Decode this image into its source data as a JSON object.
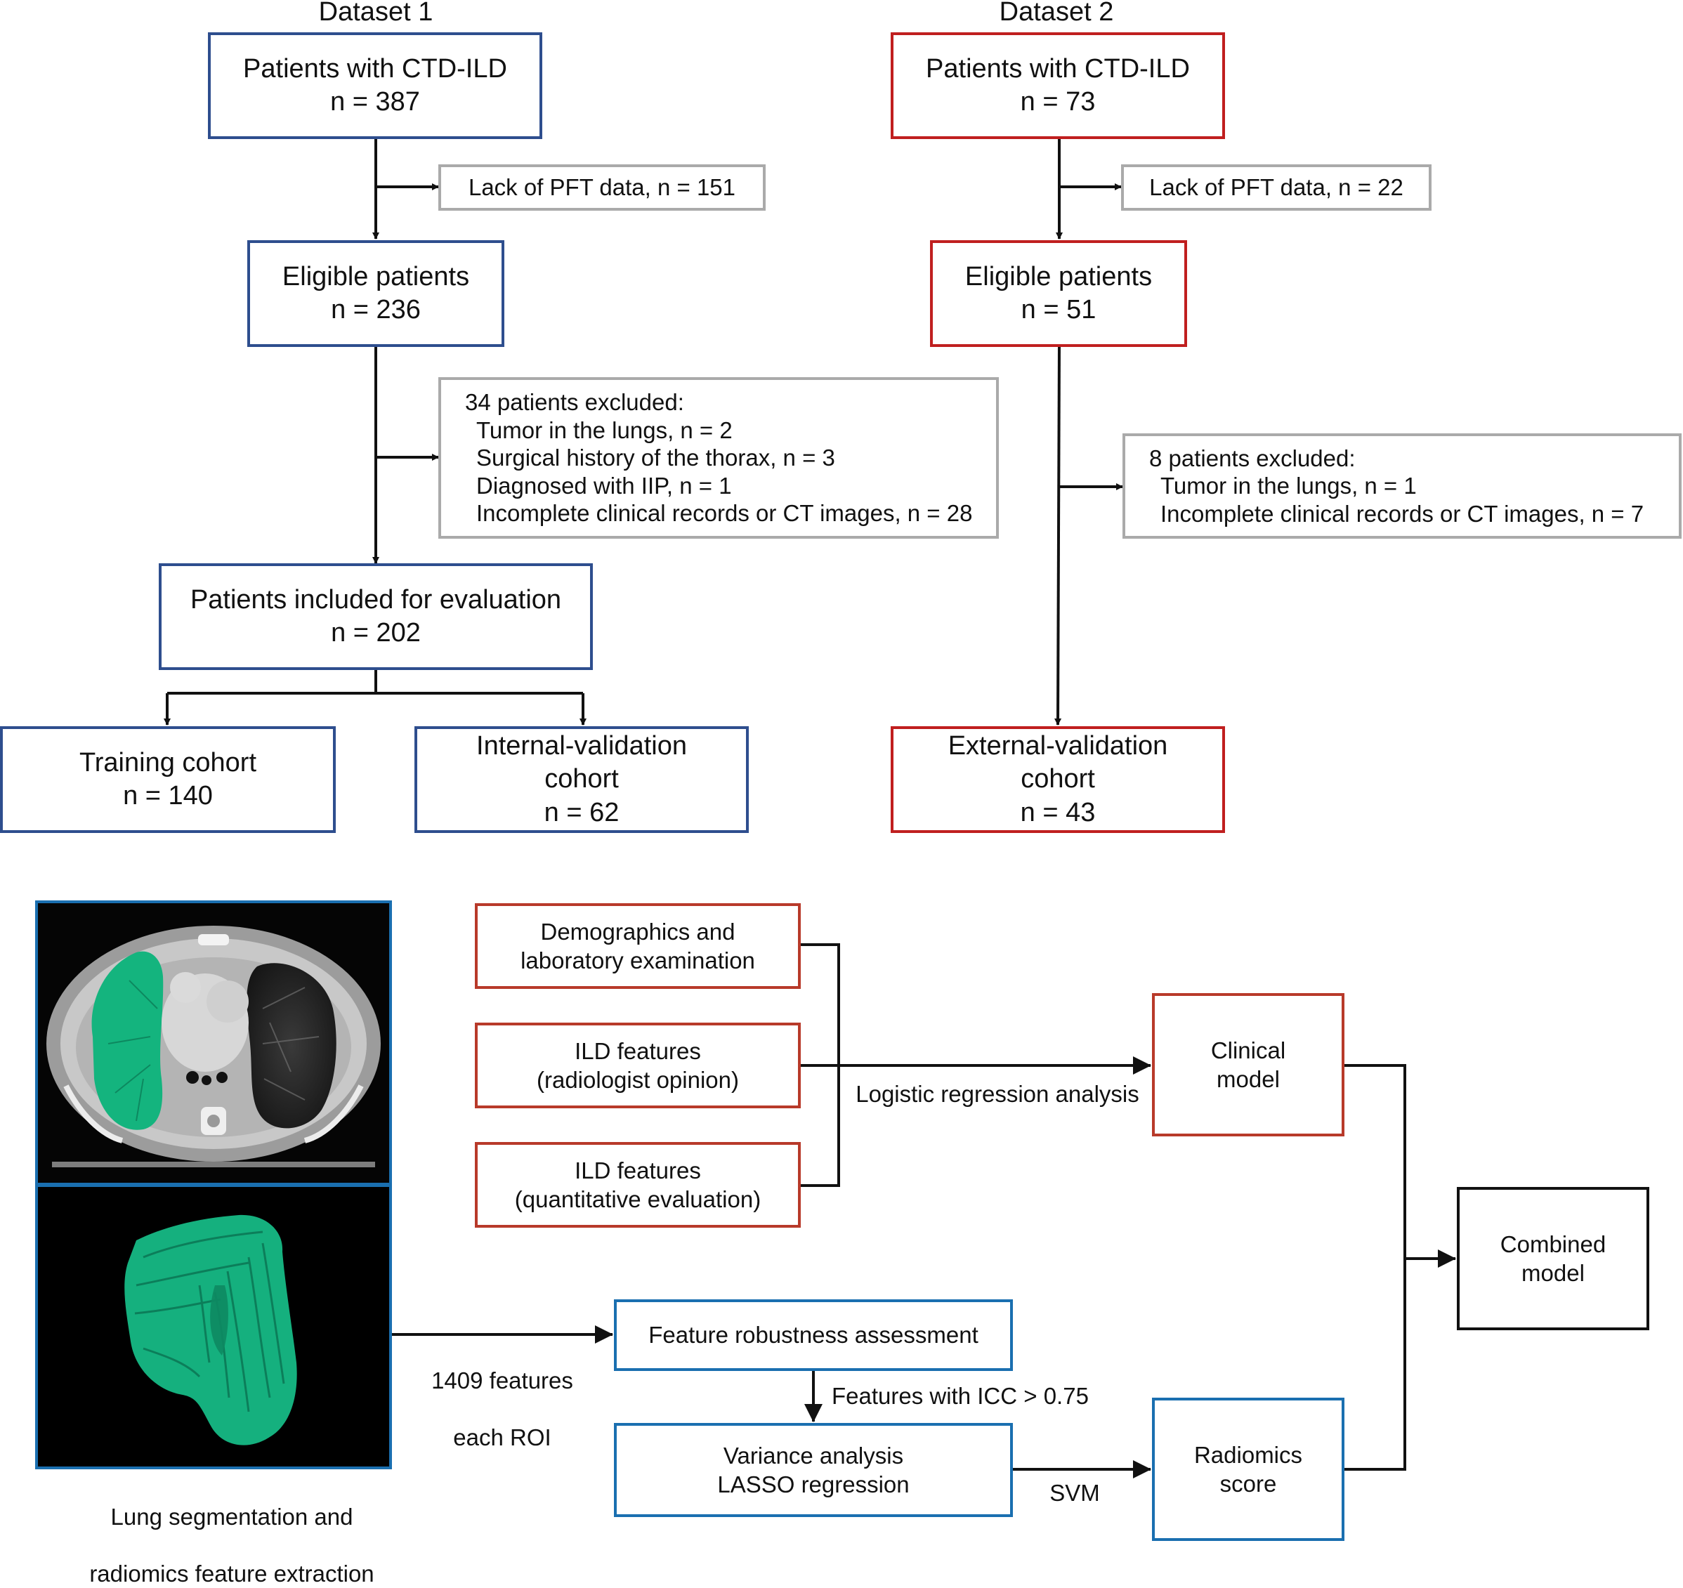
{
  "dataset1": {
    "title": "Dataset 1",
    "start": {
      "line1": "Patients with CTD-ILD",
      "line2": "n = 387"
    },
    "excl1": "Lack of PFT data, n = 151",
    "eligible": {
      "line1": "Eligible patients",
      "line2": "n = 236"
    },
    "excl2": {
      "header": "34 patients excluded:",
      "items": [
        "Tumor in the lungs, n = 2",
        "Surgical history of the thorax, n = 3",
        "Diagnosed with IIP, n = 1",
        "Incomplete clinical records or CT images, n = 28"
      ]
    },
    "included": {
      "line1": "Patients included for evaluation",
      "line2": "n = 202"
    },
    "training": {
      "line1": "Training cohort",
      "line2": "n = 140"
    },
    "internal": {
      "line1": "Internal-validation",
      "line2": "cohort",
      "line3": "n = 62"
    }
  },
  "dataset2": {
    "title": "Dataset 2",
    "start": {
      "line1": "Patients with CTD-ILD",
      "line2": "n = 73"
    },
    "excl1": "Lack of PFT data, n = 22",
    "eligible": {
      "line1": "Eligible patients",
      "line2": "n = 51"
    },
    "excl2": {
      "header": "8 patients excluded:",
      "items": [
        "Tumor in the lungs, n = 1",
        "Incomplete clinical records or CT images, n = 7"
      ]
    },
    "external": {
      "line1": "External-validation",
      "line2": "cohort",
      "line3": "n = 43"
    }
  },
  "workflow": {
    "image_caption": {
      "line1": "Lung segmentation and",
      "line2": "radiomics feature extraction"
    },
    "demographics": {
      "line1": "Demographics and",
      "line2": "laboratory examination"
    },
    "ild_radiologist": {
      "line1": "ILD features",
      "line2": "(radiologist opinion)"
    },
    "ild_quant": {
      "line1": "ILD features",
      "line2": "(quantitative evaluation)"
    },
    "logistic_label": "Logistic regression analysis",
    "clinical_model": {
      "line1": "Clinical",
      "line2": "model"
    },
    "combined_model": {
      "line1": "Combined",
      "line2": "model"
    },
    "features_label": {
      "line1": "1409 features",
      "line2": "each ROI"
    },
    "robustness": "Feature robustness assessment",
    "icc_label": "Features with ICC > 0.75",
    "variance": {
      "line1": "Variance analysis",
      "line2": "LASSO regression"
    },
    "svm_label": "SVM",
    "radiomics_score": {
      "line1": "Radiomics",
      "line2": "score"
    }
  },
  "colors": {
    "dataset1_border": "#2e4e8e",
    "dataset2_border": "#c01f1f",
    "exclusion_border": "#aaaaaa",
    "clinical_border": "#b83a2a",
    "radiomics_border": "#1a6fb0",
    "segmentation_green": "#14b47e"
  }
}
